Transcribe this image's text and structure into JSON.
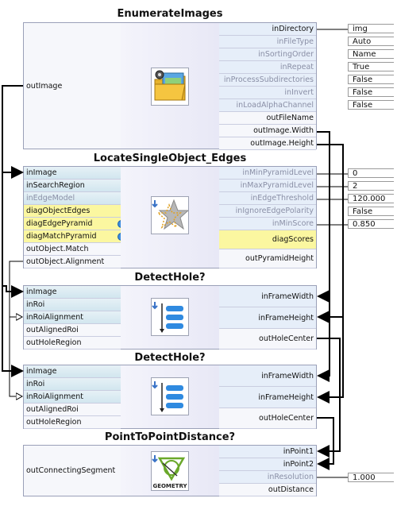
{
  "blocks": [
    {
      "title": "EnumerateImages",
      "outputs_left": [
        "outImage"
      ],
      "inputs_right": [
        "inDirectory",
        "inFileType",
        "inSortingOrder",
        "inRepeat",
        "inProcessSubdirectories",
        "inInvert",
        "inLoadAlphaChannel",
        "outFileName",
        "outImage.Width",
        "outImage.Height"
      ],
      "values": [
        "img",
        "Auto",
        "Name",
        "True",
        "False",
        "False",
        "False"
      ],
      "icon": "folder-gear-icon"
    },
    {
      "title": "LocateSingleObject_Edges",
      "left_ports": [
        "inImage",
        "inSearchRegion",
        "inEdgeModel",
        "diagObjectEdges",
        "diagEdgePyramid",
        "diagMatchPyramid",
        "outObject.Match",
        "outObject.Alignment"
      ],
      "right_ports": [
        "inMinPyramidLevel",
        "inMaxPyramidLevel",
        "inEdgeThreshold",
        "inIgnoreEdgePolarity",
        "inMinScore",
        "diagScores",
        "outPyramidHeight"
      ],
      "values": [
        "0",
        "2",
        "120.000",
        "False",
        "0.850"
      ],
      "icon": "star-edges-icon"
    },
    {
      "title": "DetectHole?",
      "left_ports": [
        "inImage",
        "inRoi",
        "inRoiAlignment",
        "outAlignedRoi",
        "outHoleRegion"
      ],
      "right_ports": [
        "inFrameWidth",
        "inFrameHeight",
        "outHoleCenter"
      ],
      "icon": "list-steps-icon"
    },
    {
      "title": "DetectHole?",
      "left_ports": [
        "inImage",
        "inRoi",
        "inRoiAlignment",
        "outAlignedRoi",
        "outHoleRegion"
      ],
      "right_ports": [
        "inFrameWidth",
        "inFrameHeight",
        "outHoleCenter"
      ],
      "icon": "list-steps-icon"
    },
    {
      "title": "PointToPointDistance?",
      "left_ports": [
        "outConnectingSegment"
      ],
      "right_ports": [
        "inPoint1",
        "inPoint2",
        "inResolution",
        "outDistance"
      ],
      "values": [
        "1.000"
      ],
      "icon": "geometry-icon",
      "icon_caption": "GEOMETRY"
    }
  ],
  "colors": {
    "border": "#9aa0b8",
    "input_row": "#d2e6ef",
    "diag_row": "#fbf7a0",
    "port_row": "#e6eef9",
    "wire": "#000000"
  }
}
